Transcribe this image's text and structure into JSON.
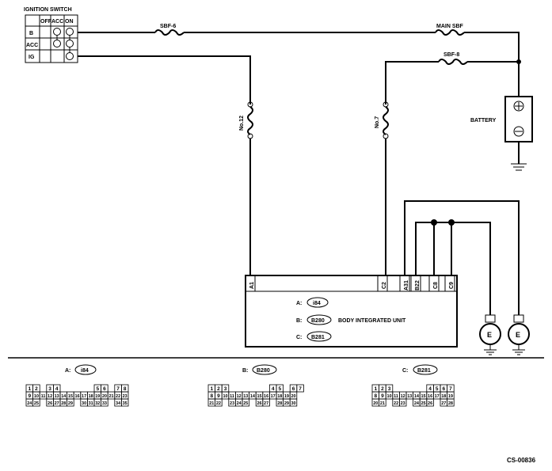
{
  "ignition_switch": {
    "title": "IGNITION SWITCH",
    "columns": [
      "OFF",
      "ACC",
      "ON"
    ],
    "rows": [
      "B",
      "ACC",
      "IG"
    ]
  },
  "fuses": {
    "sbf6": "SBF-6",
    "main_sbf": "MAIN SBF",
    "sbf8": "SBF-8",
    "no12": "No.12",
    "no7": "No.7"
  },
  "battery": {
    "label": "BATTERY",
    "plus": "+",
    "minus": "-"
  },
  "unit": {
    "name": "BODY INTEGRATED UNIT",
    "pins": [
      "A1",
      "C2",
      "A31",
      "B22",
      "C8",
      "C9"
    ],
    "connectors": [
      {
        "letter": "A:",
        "code": "i84"
      },
      {
        "letter": "B:",
        "code": "B280"
      },
      {
        "letter": "C:",
        "code": "B281"
      }
    ]
  },
  "grounds": [
    "E",
    "E"
  ],
  "connector_views": {
    "a": {
      "letter": "A:",
      "code": "i84",
      "row1": [
        "1",
        "2",
        "3",
        "4",
        "5",
        "6",
        "7",
        "8"
      ],
      "row2": [
        "9",
        "10",
        "11",
        "12",
        "13",
        "14",
        "15",
        "16",
        "17",
        "18",
        "19",
        "20",
        "21",
        "22",
        "23"
      ],
      "row3": [
        "24",
        "25",
        "26",
        "27",
        "28",
        "29",
        "30",
        "31",
        "32",
        "33",
        "34",
        "35"
      ]
    },
    "b": {
      "letter": "B:",
      "code": "B280",
      "row1": [
        "1",
        "2",
        "3",
        "4",
        "5",
        "6",
        "7"
      ],
      "row2": [
        "8",
        "9",
        "10",
        "11",
        "12",
        "13",
        "14",
        "15",
        "16",
        "17",
        "18",
        "19",
        "20"
      ],
      "row3": [
        "21",
        "22",
        "23",
        "24",
        "25",
        "26",
        "27",
        "28",
        "29",
        "30"
      ]
    },
    "c": {
      "letter": "C:",
      "code": "B281",
      "row1": [
        "1",
        "2",
        "3",
        "4",
        "5",
        "6",
        "7"
      ],
      "row2": [
        "8",
        "9",
        "10",
        "11",
        "12",
        "13",
        "14",
        "15",
        "16",
        "17",
        "18",
        "19"
      ],
      "row3": [
        "20",
        "21",
        "22",
        "23",
        "24",
        "25",
        "26",
        "27",
        "28"
      ]
    }
  },
  "figure_code": "CS-00836"
}
